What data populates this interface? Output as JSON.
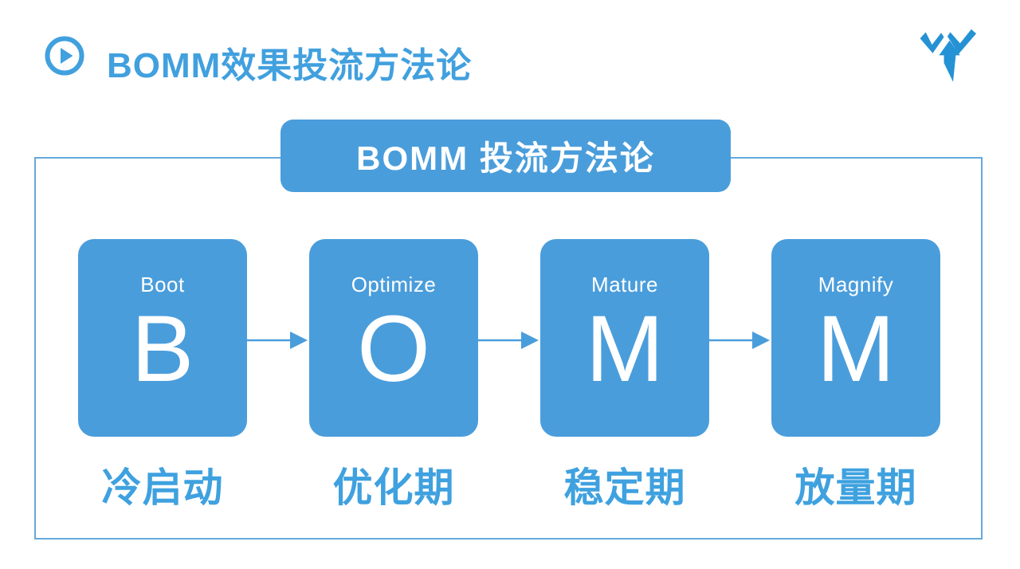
{
  "header": {
    "title": "BOMM效果投流方法论",
    "play_icon": "play-circle-icon",
    "logo_icon": "brand-w-arrow-logo"
  },
  "panel": {
    "tab_title": "BOMM 投流方法论"
  },
  "stages": [
    {
      "abbr": "Boot",
      "letter": "B",
      "phase": "冷启动"
    },
    {
      "abbr": "Optimize",
      "letter": "O",
      "phase": "优化期"
    },
    {
      "abbr": "Mature",
      "letter": "M",
      "phase": "稳定期"
    },
    {
      "abbr": "Magnify",
      "letter": "M",
      "phase": "放量期"
    }
  ],
  "colors": {
    "brand_blue": "#4a9ddb",
    "title_text_blue": "#41a0de",
    "phase_text_blue": "#3fa1df",
    "panel_border_blue": "#66a9dc",
    "card_text_white": "#ffffff",
    "background": "#ffffff"
  }
}
